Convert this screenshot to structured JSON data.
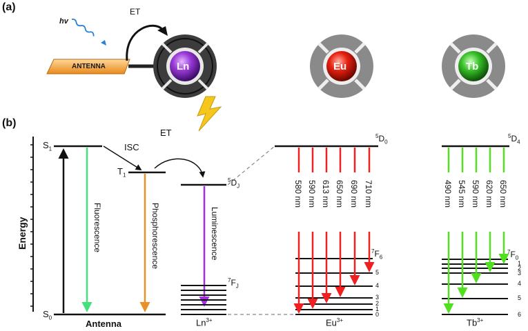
{
  "panel_a": {
    "label": "(a)",
    "hv": "hv",
    "et_label": "ET",
    "antenna_label": "ANTENNA",
    "ions": [
      {
        "symbol": "Ln",
        "color": "#8b2fc9"
      },
      {
        "symbol": "Eu",
        "color": "#e02020"
      },
      {
        "symbol": "Tb",
        "color": "#2cb02c"
      }
    ]
  },
  "panel_b": {
    "label": "(b)",
    "y_axis_label": "Energy",
    "antenna": {
      "s1": "S",
      "s1_sub": "1",
      "s0": "S",
      "s0_sub": "0",
      "t1": "T",
      "t1_sub": "1",
      "isc": "ISC",
      "fluorescence": "Fluorescence",
      "phosphorescence": "Phosphorescence",
      "caption": "Antenna"
    },
    "et_label": "ET",
    "ln": {
      "upper_sup": "5",
      "upper_main": "D",
      "upper_sub": "J",
      "lower_sup": "7",
      "lower_main": "F",
      "lower_sub": "J",
      "luminescence": "Luminescence",
      "caption_main": "Ln",
      "caption_sup": "3+"
    },
    "eu": {
      "upper_sup": "5",
      "upper_main": "D",
      "upper_sub": "0",
      "wavelengths": [
        "580 nm",
        "590 nm",
        "613 nm",
        "650 nm",
        "690 nm",
        "710 nm"
      ],
      "lower_sup": "7",
      "lower_main": "F",
      "levels": [
        "6",
        "5",
        "4",
        "3",
        "2",
        "1",
        "0"
      ],
      "caption_main": "Eu",
      "caption_sup": "3+"
    },
    "tb": {
      "upper_sup": "5",
      "upper_main": "D",
      "upper_sub": "4",
      "wavelengths": [
        "490 nm",
        "545 nm",
        "590 nm",
        "620 nm",
        "650 nm"
      ],
      "lower_sup": "7",
      "lower_main": "F",
      "levels": [
        "0",
        "1",
        "2",
        "3",
        "4",
        "5",
        "6"
      ],
      "caption_main": "Tb",
      "caption_sup": "3+"
    },
    "colors": {
      "fluorescence": "#44e07a",
      "phosphorescence": "#e8902a",
      "luminescence": "#a030e0",
      "eu_arrows": "#f02020",
      "tb_arrows": "#50e020"
    }
  }
}
